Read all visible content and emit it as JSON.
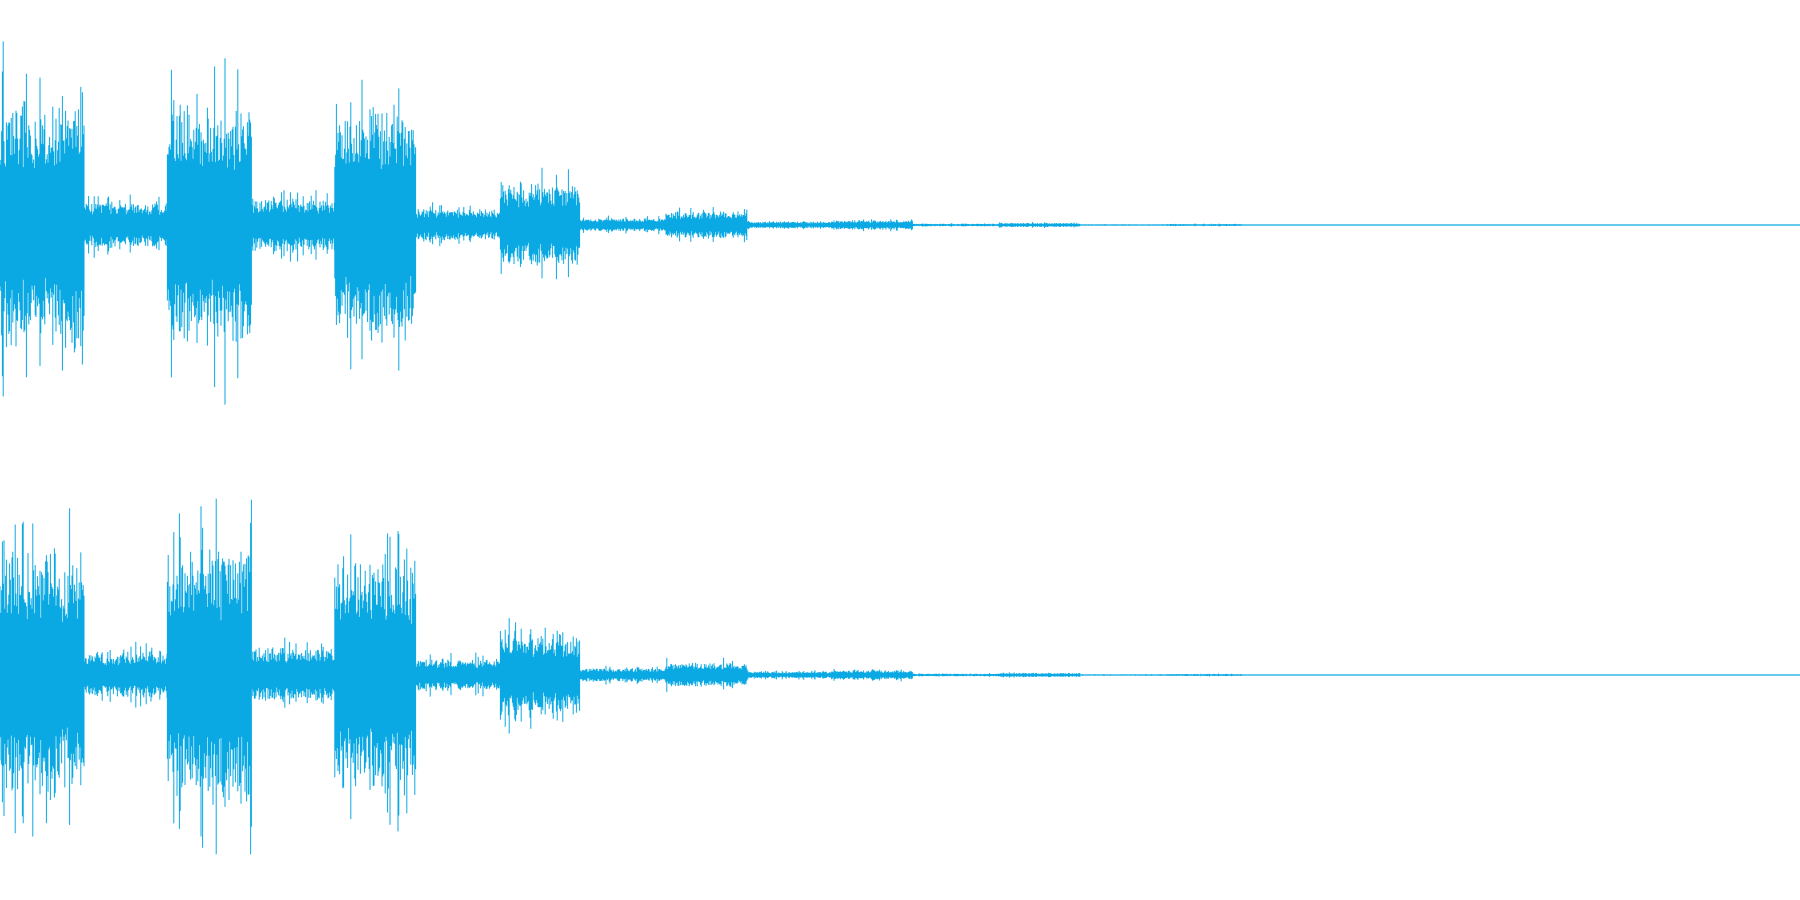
{
  "waveform": {
    "color": "#0aa9e3",
    "channels": [
      {
        "name": "left",
        "segments": [
          {
            "start": 0.0,
            "end": 0.047,
            "amplitude": 0.93
          },
          {
            "start": 0.047,
            "end": 0.093,
            "amplitude": 0.17
          },
          {
            "start": 0.093,
            "end": 0.14,
            "amplitude": 0.95
          },
          {
            "start": 0.14,
            "end": 0.186,
            "amplitude": 0.2
          },
          {
            "start": 0.186,
            "end": 0.231,
            "amplitude": 0.88
          },
          {
            "start": 0.231,
            "end": 0.278,
            "amplitude": 0.12
          },
          {
            "start": 0.278,
            "end": 0.322,
            "amplitude": 0.31
          },
          {
            "start": 0.322,
            "end": 0.37,
            "amplitude": 0.05
          },
          {
            "start": 0.37,
            "end": 0.415,
            "amplitude": 0.1
          },
          {
            "start": 0.415,
            "end": 0.462,
            "amplitude": 0.025
          },
          {
            "start": 0.462,
            "end": 0.507,
            "amplitude": 0.035
          },
          {
            "start": 0.507,
            "end": 0.555,
            "amplitude": 0.01
          },
          {
            "start": 0.555,
            "end": 0.6,
            "amplitude": 0.016
          },
          {
            "start": 0.6,
            "end": 0.648,
            "amplitude": 0.005
          },
          {
            "start": 0.648,
            "end": 0.69,
            "amplitude": 0.008
          },
          {
            "start": 0.69,
            "end": 1.0,
            "amplitude": 0.0
          }
        ]
      },
      {
        "name": "right",
        "segments": [
          {
            "start": 0.0,
            "end": 0.047,
            "amplitude": 0.93
          },
          {
            "start": 0.047,
            "end": 0.093,
            "amplitude": 0.17
          },
          {
            "start": 0.093,
            "end": 0.14,
            "amplitude": 0.95
          },
          {
            "start": 0.14,
            "end": 0.186,
            "amplitude": 0.2
          },
          {
            "start": 0.186,
            "end": 0.231,
            "amplitude": 0.86
          },
          {
            "start": 0.231,
            "end": 0.278,
            "amplitude": 0.12
          },
          {
            "start": 0.278,
            "end": 0.322,
            "amplitude": 0.3
          },
          {
            "start": 0.322,
            "end": 0.37,
            "amplitude": 0.05
          },
          {
            "start": 0.37,
            "end": 0.415,
            "amplitude": 0.09
          },
          {
            "start": 0.415,
            "end": 0.462,
            "amplitude": 0.025
          },
          {
            "start": 0.462,
            "end": 0.507,
            "amplitude": 0.035
          },
          {
            "start": 0.507,
            "end": 0.555,
            "amplitude": 0.01
          },
          {
            "start": 0.555,
            "end": 0.6,
            "amplitude": 0.016
          },
          {
            "start": 0.6,
            "end": 0.648,
            "amplitude": 0.005
          },
          {
            "start": 0.648,
            "end": 0.69,
            "amplitude": 0.008
          },
          {
            "start": 0.69,
            "end": 1.0,
            "amplitude": 0.0
          }
        ]
      }
    ]
  }
}
